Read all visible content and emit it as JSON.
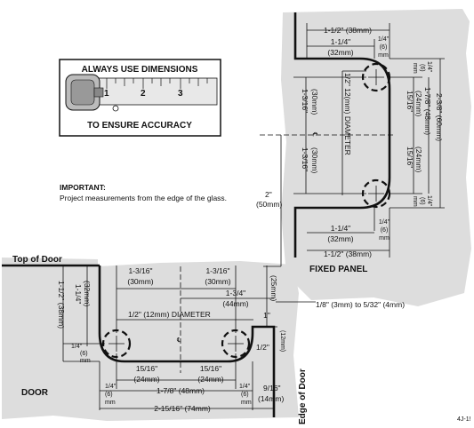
{
  "tape_banner": {
    "top": "ALWAYS USE DIMENSIONS",
    "bottom": "TO ENSURE ACCURACY",
    "numbers": [
      "1",
      "2",
      "3"
    ]
  },
  "important": {
    "heading": "IMPORTANT:",
    "text": "Project measurements from the edge of the glass."
  },
  "fixed_panel": {
    "label": "FIXED PANEL",
    "top_outer": "1-1/2\" (38mm)",
    "top_inner_1": "1-1/4\"",
    "top_inner_2": "(32mm)",
    "top_small_1": "1/4\"",
    "top_small_2": "(6)",
    "top_small_3": "mm",
    "right_small_top_1": "1/4\"",
    "right_small_top_2": "(6)",
    "right_small_top_3": "mm",
    "left_upper_1": "1-3/16\"",
    "left_upper_2": "(30mm)",
    "left_lower_1": "1-3/16\"",
    "left_lower_2": "(30mm)",
    "diameter": "1/2\" 12(mm) DIAMETER",
    "centerline": "CL",
    "right_1516_upper_1": "15/16\"",
    "right_1516_upper_2": "(24mm)",
    "right_178": "1-7/8\" (48mm)",
    "right_1516_lower_1": "15/16\"",
    "right_1516_lower_2": "(24mm)",
    "right_238": "2-3/8\" (60mm)",
    "right_small_bot_1": "1/4\"",
    "right_small_bot_2": "(6)",
    "right_small_bot_3": "mm",
    "bot_small_1": "1/4\"",
    "bot_small_2": "(6)",
    "bot_small_3": "mm",
    "bot_inner_1": "1-1/4\"",
    "bot_inner_2": "(32mm)",
    "bot_outer": "1-1/2\" (38mm)",
    "gap_label": "1/8\" (3mm) to 5/32\" (4mm)"
  },
  "offset": {
    "value_1": "2\"",
    "value_2": "(50mm)"
  },
  "door": {
    "label": "DOOR",
    "top_of_door": "Top of Door",
    "edge_of_door": "Edge of Door",
    "left_112_1": "1-1/2\" (38mm)",
    "left_114_1": "1-1/4\"",
    "left_114_2": "(32mm)",
    "left_small_1": "1/4\"",
    "left_small_2": "(6)",
    "left_small_3": "mm",
    "top_a_1": "1-3/16\"",
    "top_a_2": "(30mm)",
    "top_b_1": "1-3/16\"",
    "top_b_2": "(30mm)",
    "top_c_1": "1-3/4\"",
    "top_c_2": "(44mm)",
    "right_1in_1": "1\"",
    "right_1in_2": "(25mm)",
    "diameter": "1/2\" (12mm) DIAMETER",
    "centerline": "CL",
    "right_12_1": "1/2\"",
    "right_12_2": "(12mm)",
    "bot_a_1": "15/16\"",
    "bot_a_2": "(24mm)",
    "bot_b_1": "15/16\"",
    "bot_b_2": "(24mm)",
    "bot_small_l_1": "1/4\"",
    "bot_small_l_2": "(6)",
    "bot_small_l_3": "mm",
    "bot_178": "1-7/8\" (48mm)",
    "bot_small_r_1": "1/4\"",
    "bot_small_r_2": "(6)",
    "bot_small_r_3": "mm",
    "bot_916_1": "9/16\"",
    "bot_916_2": "(14mm)",
    "bot_2_15_16": "2-15/16\" (74mm)"
  },
  "part_number": "4J-1!"
}
